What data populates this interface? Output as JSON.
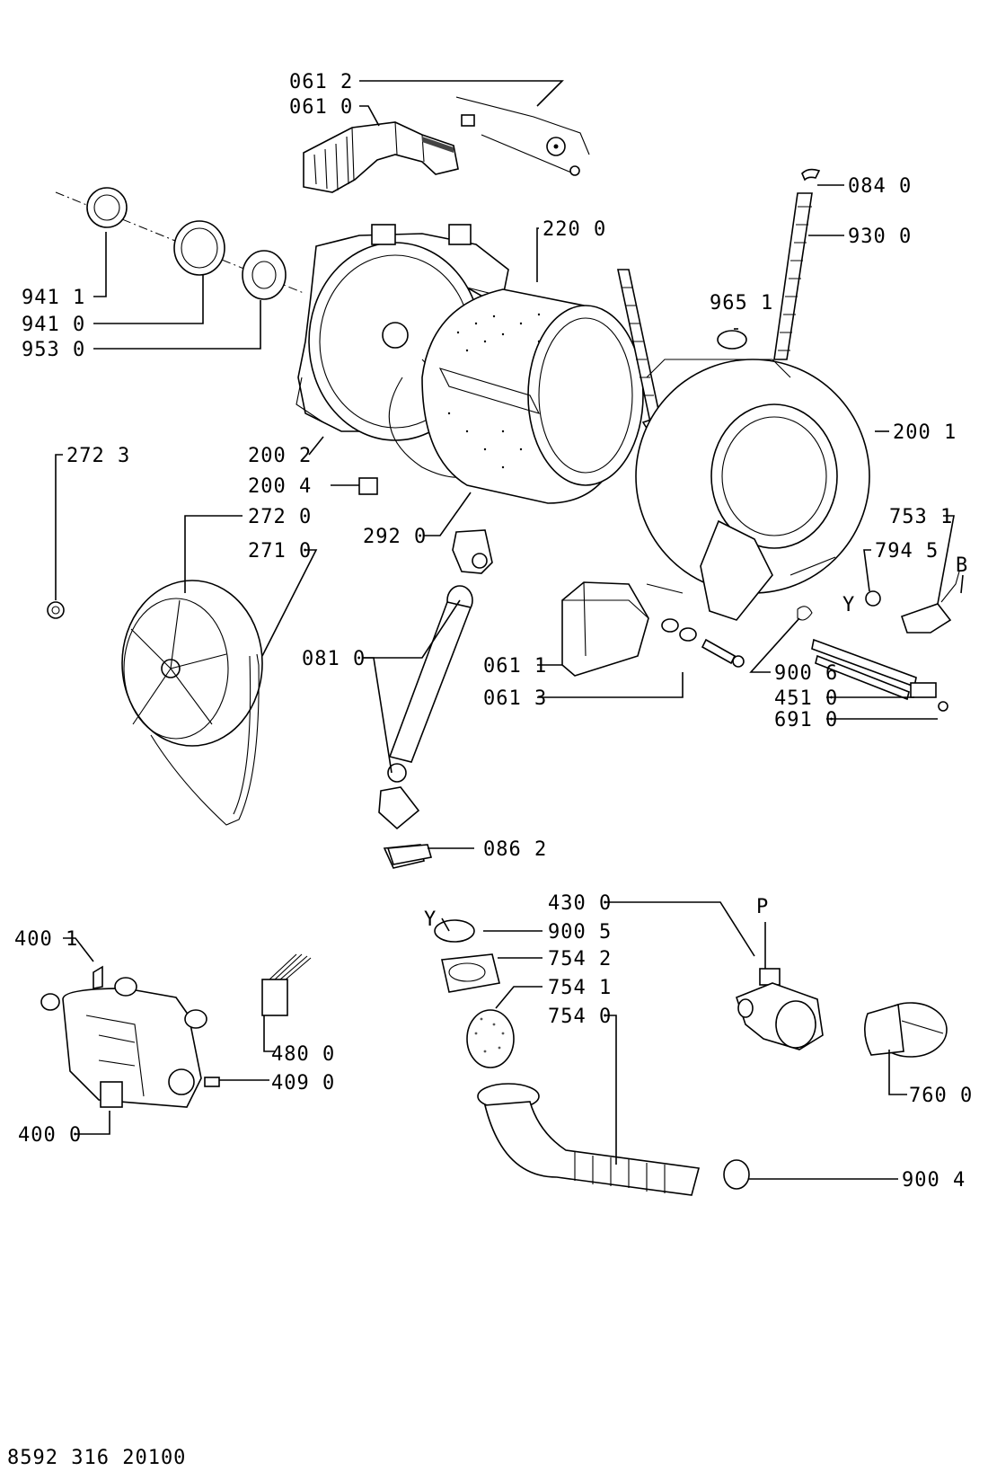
{
  "document_number": "8592 316 20100",
  "callouts": [
    {
      "id": "c0612",
      "text": "061 2"
    },
    {
      "id": "c0610",
      "text": "061 0"
    },
    {
      "id": "c0840",
      "text": "084 0"
    },
    {
      "id": "c9300",
      "text": "930 0"
    },
    {
      "id": "c2200",
      "text": "220 0"
    },
    {
      "id": "c9651",
      "text": "965 1"
    },
    {
      "id": "c9411",
      "text": "941 1"
    },
    {
      "id": "c9410",
      "text": "941 0"
    },
    {
      "id": "c9530",
      "text": "953 0"
    },
    {
      "id": "c2001",
      "text": "200 1"
    },
    {
      "id": "c2002",
      "text": "200 2"
    },
    {
      "id": "c2723",
      "text": "272 3"
    },
    {
      "id": "c2004",
      "text": "200 4"
    },
    {
      "id": "c2720",
      "text": "272 0"
    },
    {
      "id": "c2920",
      "text": "292 0"
    },
    {
      "id": "c7531",
      "text": "753 1"
    },
    {
      "id": "c2710",
      "text": "271 0"
    },
    {
      "id": "c7945",
      "text": "794 5"
    },
    {
      "id": "cB",
      "text": "B"
    },
    {
      "id": "cY1",
      "text": "Y"
    },
    {
      "id": "c0810",
      "text": "081 0"
    },
    {
      "id": "c0611",
      "text": "061 1"
    },
    {
      "id": "c9006",
      "text": "900 6"
    },
    {
      "id": "c4510",
      "text": "451 0"
    },
    {
      "id": "c0613",
      "text": "061 3"
    },
    {
      "id": "c6910",
      "text": "691 0"
    },
    {
      "id": "c0862",
      "text": "086 2"
    },
    {
      "id": "c4300",
      "text": "430 0"
    },
    {
      "id": "cP",
      "text": "P"
    },
    {
      "id": "cY2",
      "text": "Y"
    },
    {
      "id": "c9005",
      "text": "900 5"
    },
    {
      "id": "c4001",
      "text": "400 1"
    },
    {
      "id": "c7542",
      "text": "754 2"
    },
    {
      "id": "c7541",
      "text": "754 1"
    },
    {
      "id": "c7540",
      "text": "754 0"
    },
    {
      "id": "c4800",
      "text": "480 0"
    },
    {
      "id": "c4090",
      "text": "409 0"
    },
    {
      "id": "c7600",
      "text": "760 0"
    },
    {
      "id": "c4000",
      "text": "400 0"
    },
    {
      "id": "c9004",
      "text": "900 4"
    }
  ]
}
